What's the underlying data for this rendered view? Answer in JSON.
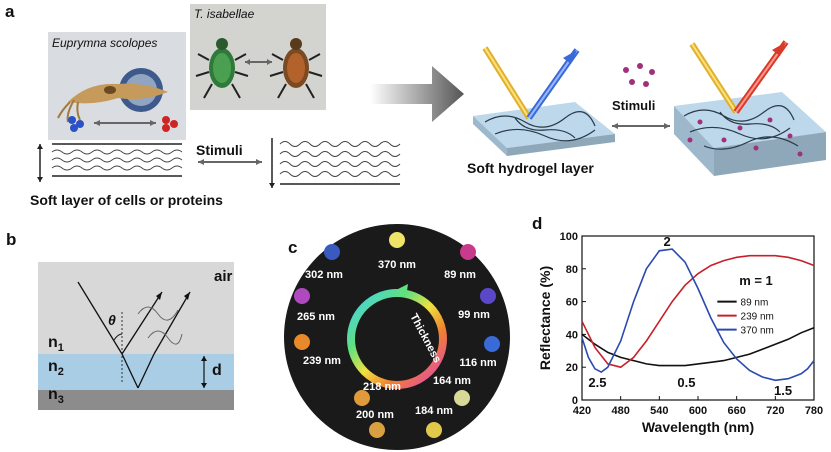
{
  "panel_a": {
    "letter": "a",
    "squid_label": "Euprymna scolopes",
    "beetle_label": "T. isabellae",
    "stimuli_label": "Stimuli",
    "left_caption": "Soft layer of cells or proteins",
    "right_caption": "Soft hydrogel layer",
    "right_stimuli_label": "Stimuli"
  },
  "panel_b": {
    "letter": "b",
    "air": "air",
    "theta": "θ",
    "n1": "n",
    "n1_sub": "1",
    "n2": "n",
    "n2_sub": "2",
    "n3": "n",
    "n3_sub": "3",
    "d": "d"
  },
  "panel_c": {
    "letter": "c",
    "thickness_label": "Thickness",
    "samples": [
      {
        "label": "370 nm",
        "color": "#f0e468"
      },
      {
        "label": "89 nm",
        "color": "#c83a8c"
      },
      {
        "label": "99 nm",
        "color": "#5a48c8"
      },
      {
        "label": "116 nm",
        "color": "#3a6ad8"
      },
      {
        "label": "164 nm",
        "color": "#d8d898"
      },
      {
        "label": "184 nm",
        "color": "#e0c84a"
      },
      {
        "label": "200 nm",
        "color": "#d8a040"
      },
      {
        "label": "218 nm",
        "color": "#e09a3a"
      },
      {
        "label": "239 nm",
        "color": "#e88a2a"
      },
      {
        "label": "265 nm",
        "color": "#b048c0"
      },
      {
        "label": "302 nm",
        "color": "#3a5ac0"
      }
    ]
  },
  "chart_data": {
    "type": "line",
    "panel_letter": "d",
    "xlabel": "Wavelength (nm)",
    "ylabel": "Reflectance (%)",
    "xlim": [
      420,
      780
    ],
    "ylim": [
      0,
      100
    ],
    "xticks": [
      420,
      480,
      540,
      600,
      660,
      720,
      780
    ],
    "yticks": [
      0,
      20,
      40,
      60,
      80,
      100
    ],
    "legend_position": "right",
    "series": [
      {
        "name": "89 nm",
        "color": "#111111",
        "x": [
          420,
          440,
          460,
          480,
          500,
          520,
          540,
          560,
          580,
          600,
          620,
          640,
          660,
          680,
          700,
          720,
          740,
          760,
          780
        ],
        "y": [
          40,
          34,
          29,
          26,
          24,
          22,
          21,
          21,
          21,
          22,
          23,
          24,
          26,
          28,
          31,
          34,
          37,
          41,
          44
        ]
      },
      {
        "name": "239 nm",
        "color": "#c8202a",
        "x": [
          420,
          440,
          460,
          480,
          500,
          520,
          540,
          560,
          580,
          600,
          620,
          640,
          660,
          680,
          700,
          720,
          740,
          760,
          780
        ],
        "y": [
          48,
          32,
          22,
          20,
          26,
          36,
          48,
          60,
          70,
          77,
          82,
          85,
          87,
          88,
          88,
          88,
          87,
          85,
          82
        ]
      },
      {
        "name": "370 nm",
        "color": "#2a4ab0",
        "x": [
          420,
          430,
          440,
          450,
          460,
          480,
          500,
          520,
          540,
          560,
          580,
          600,
          620,
          640,
          660,
          680,
          700,
          720,
          740,
          760,
          770,
          780
        ],
        "y": [
          38,
          26,
          19,
          17,
          20,
          36,
          60,
          80,
          91,
          92,
          84,
          68,
          50,
          35,
          25,
          18,
          14,
          12,
          13,
          16,
          19,
          24
        ]
      }
    ],
    "annotations": [
      {
        "text": "2",
        "x": 552,
        "y": 94
      },
      {
        "text": "m = 1",
        "x": 690,
        "y": 70
      },
      {
        "text": "2.5",
        "x": 444,
        "y": 8
      },
      {
        "text": "0.5",
        "x": 582,
        "y": 8
      },
      {
        "text": "1.5",
        "x": 732,
        "y": 3
      }
    ]
  }
}
